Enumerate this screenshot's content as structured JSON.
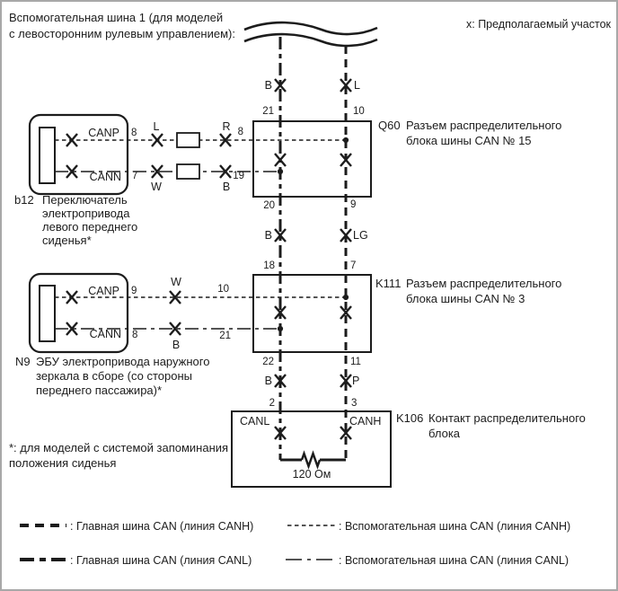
{
  "colors": {
    "ink": "#1c1c1c",
    "background": "#ffffff",
    "frame": "#a8a8a8"
  },
  "header": {
    "title_line1": "Вспомогательная шина 1 (для моделей",
    "title_line2": "с левосторонним рулевым управлением):",
    "assumed_note": "x: Предполагаемый участок"
  },
  "b12": {
    "ref": "b12",
    "desc_line1": "Переключатель",
    "desc_line2": "электропривода",
    "desc_line3": "левого переднего",
    "desc_line4": "сиденья*",
    "canp_label": "CANP",
    "cann_label": "CANN",
    "canp_pin": "8",
    "cann_pin": "7"
  },
  "n9": {
    "ref": "N9",
    "desc_line1": "ЭБУ электропривода наружного",
    "desc_line2": "зеркала в сборе (со стороны",
    "desc_line3": "переднего пассажира)*",
    "canp_label": "CANP",
    "cann_label": "CANN",
    "canp_pin": "9",
    "cann_pin": "8"
  },
  "q60": {
    "ref": "Q60",
    "desc_line1": "Разъем распределительного",
    "desc_line2": "блока шины CAN № 15",
    "pin_top_left": "21",
    "pin_top_right": "10",
    "pin_left_top": "8",
    "pin_left_bottom": "19",
    "pin_bottom_left": "20",
    "pin_bottom_right": "9"
  },
  "k111": {
    "ref": "K111",
    "desc_line1": "Разъем распределительного",
    "desc_line2": "блока шины CAN № 3",
    "pin_top_left": "18",
    "pin_top_right": "7",
    "pin_left_top": "10",
    "pin_left_bottom": "21",
    "pin_bottom_left": "22",
    "pin_bottom_right": "11"
  },
  "k106": {
    "ref": "K106",
    "desc_line1": "Контакт распределительного",
    "desc_line2": "блока",
    "canl_label": "CANL",
    "canh_label": "CANH",
    "pin_left": "2",
    "pin_right": "3",
    "resistor_label": "120 Ом"
  },
  "wire_codes": {
    "top_left": "B",
    "top_right": "L",
    "mid_left": "B",
    "mid_right": "LG",
    "low_left": "B",
    "low_right": "P",
    "b12_canp_splice1": "L",
    "b12_canp_splice2": "R",
    "b12_cann_splice1": "W",
    "b12_cann_splice2": "B",
    "n9_canp_splice": "W",
    "n9_cann_splice": "B"
  },
  "footnote": {
    "line1": "*: для моделей с системой запоминания",
    "line2": "положения сиденья"
  },
  "legend": {
    "main_canh": ": Главная шина CAN (линия CANH)",
    "main_canl": ": Главная шина CAN (линия CANL)",
    "aux_canh": ": Вспомогательная шина CAN (линия CANH)",
    "aux_canl": ": Вспомогательная шина CAN (линия CANL)"
  }
}
